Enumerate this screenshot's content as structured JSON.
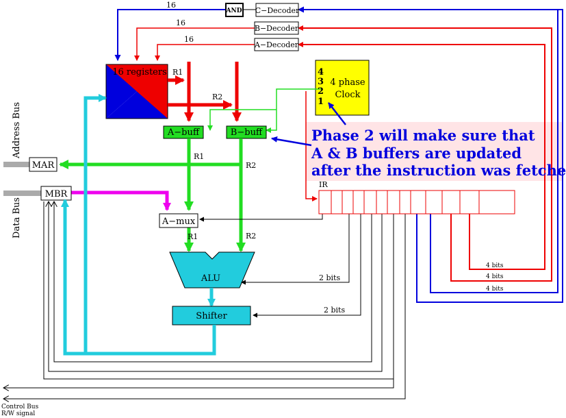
{
  "labels": {
    "and_gate": "AND",
    "c_decoder": "C−Decoder",
    "b_decoder": "B−Decoder",
    "a_decoder": "A−Decoder",
    "registers": "16 registers",
    "a_buff": "A−buff",
    "b_buff": "B−buff",
    "mar": "MAR",
    "mbr": "MBR",
    "a_mux": "A−mux",
    "alu": "ALU",
    "shifter": "Shifter",
    "ir": "IR",
    "clock_phases": [
      "4",
      "3",
      "2",
      "1"
    ],
    "clock_title_1": "4 phase",
    "clock_title_2": "Clock",
    "address_bus": "Address Bus",
    "data_bus": "Data Bus",
    "control_bus": "Control Bus",
    "rw_signal": "R/W signal"
  },
  "wire_labels": {
    "bus16_c": "16",
    "bus16_b": "16",
    "bus16_a": "16",
    "r1_reg": "R1",
    "r2_reg": "R2",
    "r1_abuff": "R1",
    "r2_bbuff": "R2",
    "r1_amux": "R1",
    "r2_alu": "R2",
    "bits_alu": "2 bits",
    "bits_shifter": "2 bits",
    "bits4_1": "4 bits",
    "bits4_2": "4 bits",
    "bits4_3": "4 bits"
  },
  "note": {
    "line1": "Phase 2 will make sure that",
    "line2": "A & B buffers are updated",
    "line3": "after the instruction was fetched"
  },
  "colors": {
    "red": "#ee0000",
    "blue": "#0000dd",
    "green": "#22dd22",
    "cyan": "#22ccdd",
    "magenta": "#ee00ee",
    "yellow": "#ffff00",
    "note_bg": "#ffe4e6",
    "gray": "#aaaaaa"
  }
}
